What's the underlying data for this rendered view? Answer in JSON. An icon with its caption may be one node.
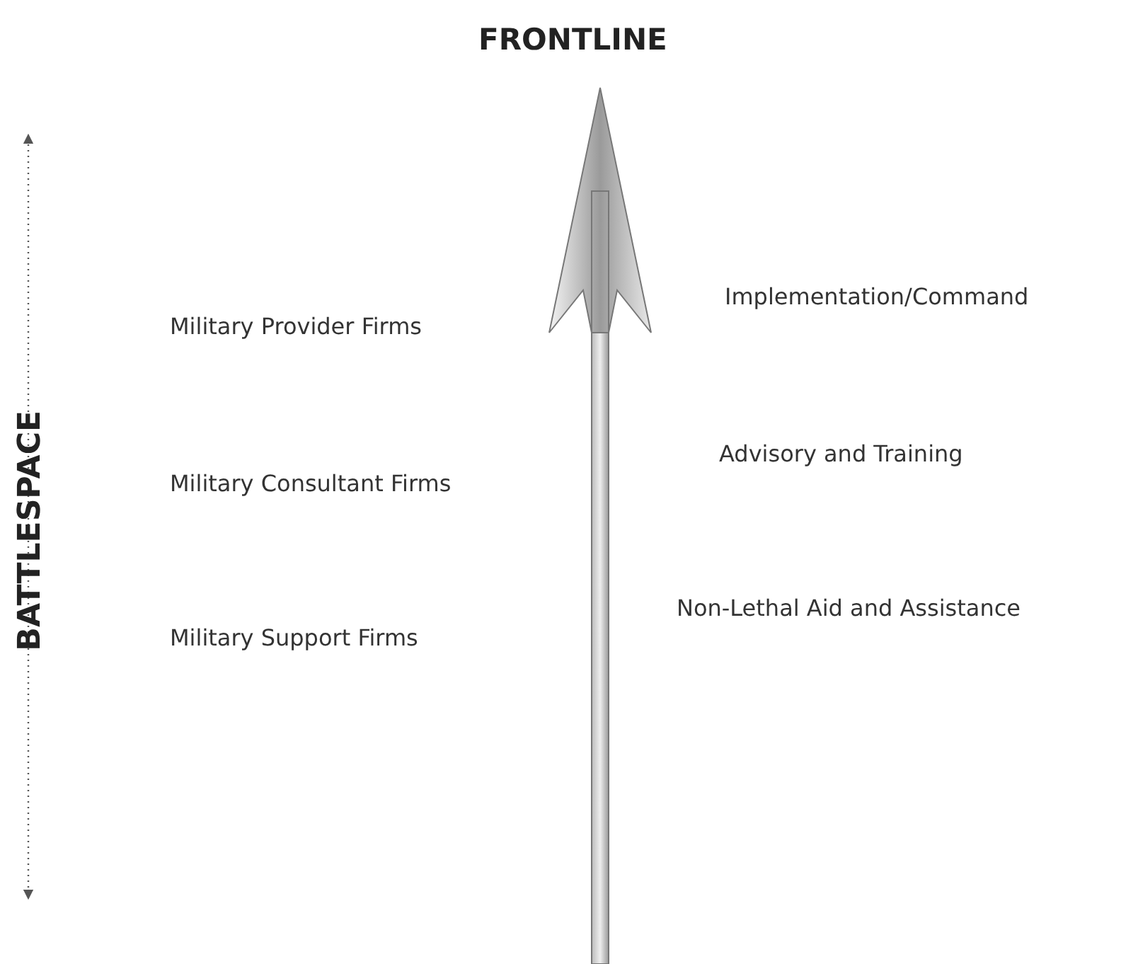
{
  "diagram": {
    "labels": [
      "FRONTLINE",
      "BATTLESPACE",
      "Military Provider Firms",
      "Implementation/Command",
      "Military Consultant Firms",
      "Advisory and Training",
      "Military Support Firms",
      "Non-Lethal Aid and Assistance"
    ]
  }
}
